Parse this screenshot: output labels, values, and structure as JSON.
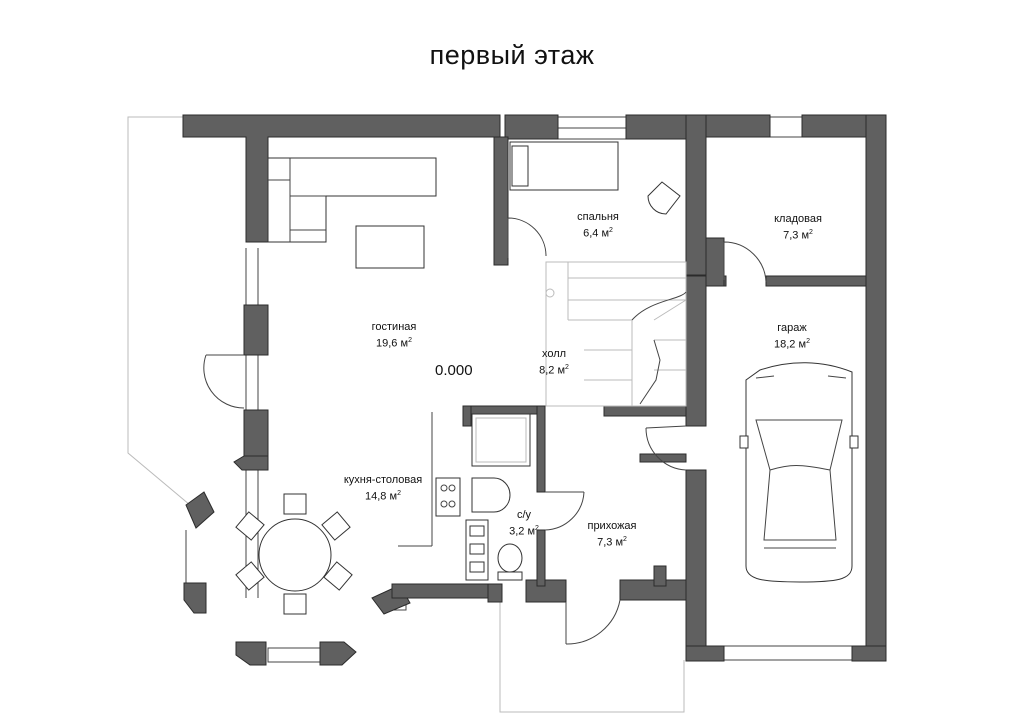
{
  "title": "первый этаж",
  "level_mark": "0.000",
  "area_unit": "м",
  "area_exp": "2",
  "rooms": {
    "living": {
      "name": "гостиная",
      "area": "19,6"
    },
    "bedroom": {
      "name": "спальня",
      "area": "6,4"
    },
    "storage": {
      "name": "кладовая",
      "area": "7,3"
    },
    "garage": {
      "name": "гараж",
      "area": "18,2"
    },
    "hall": {
      "name": "холл",
      "area": "8,2"
    },
    "kitchen": {
      "name": "кухня-столовая",
      "area": "14,8"
    },
    "wc": {
      "name": "с/у",
      "area": "3,2"
    },
    "entry": {
      "name": "прихожая",
      "area": "7,3"
    }
  }
}
